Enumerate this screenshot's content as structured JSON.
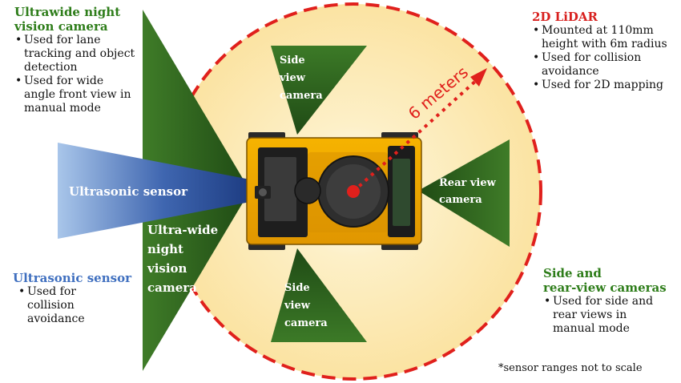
{
  "colors": {
    "lidar_range": "#fbe6a8",
    "lidar_ring": "#e0201c",
    "camera_fov": "#2f6a1f",
    "ultrasonic": "#2a4f98",
    "robot_body": "#f0a500",
    "lidar_unit": "#2e2e2e"
  },
  "icons": {
    "robot": "robot-top-view-icon",
    "lidar": "lidar-sensor-icon"
  },
  "diagram": {
    "lidar_radius_label": "6 meters",
    "ultrasonic_label": "Ultrasonic sensor",
    "front_camera_label": [
      "Ultra-wide",
      "night",
      "vision",
      "camera"
    ],
    "side_camera_top_label": [
      "Side",
      "view",
      "camera"
    ],
    "side_camera_bottom_label": [
      "Side",
      "view",
      "camera"
    ],
    "rear_camera_label": [
      "Rear view",
      "camera"
    ]
  },
  "legends": {
    "ultrawide": {
      "title": [
        "Ultrawide night",
        "vision camera"
      ],
      "bullets": [
        [
          "Used for lane",
          "tracking and object",
          "detection"
        ],
        [
          "Used for wide",
          "angle front view in",
          "manual mode"
        ]
      ]
    },
    "lidar": {
      "title": "2D LiDAR",
      "bullets": [
        [
          "Mounted at 110mm",
          "height with 6m radius"
        ],
        [
          "Used for collision",
          "avoidance"
        ],
        [
          "Used for 2D mapping"
        ]
      ]
    },
    "ultrasonic": {
      "title": "Ultrasonic sensor",
      "bullets": [
        [
          "Used for",
          "collision",
          "avoidance"
        ]
      ]
    },
    "side_rear": {
      "title": [
        "Side and",
        "rear-view cameras"
      ],
      "bullets": [
        [
          "Used for side and",
          "rear views in",
          "manual mode"
        ]
      ]
    }
  },
  "footnote": "*sensor ranges not to scale"
}
